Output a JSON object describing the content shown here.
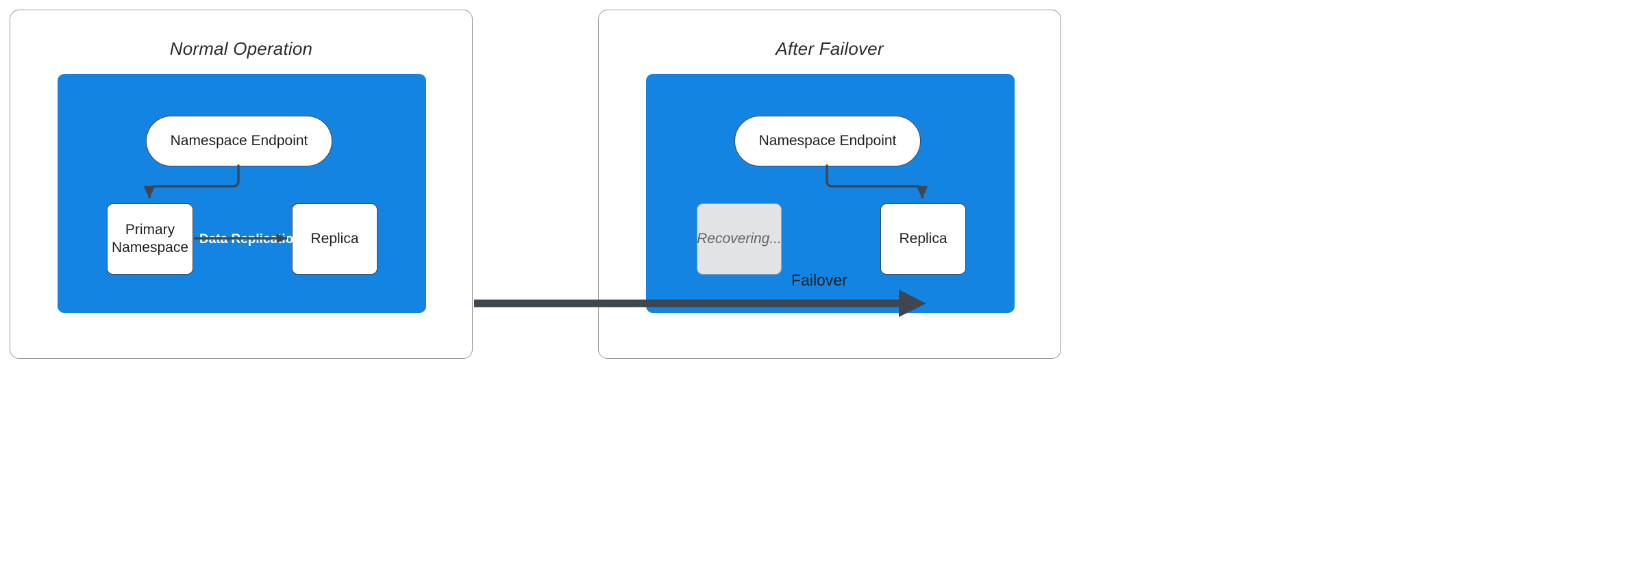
{
  "diagram": {
    "title_left": "Normal Operation",
    "title_right": "After Failover",
    "colors": {
      "blue_region": "#1484e3",
      "edge_stroke": "#40464f",
      "recovering_fill": "#e2e3e5",
      "recovering_text": "#60646b",
      "panel_border": "#9a9a9a",
      "node_fill": "#ffffff",
      "replication_label": "#ffffff"
    }
  },
  "left_panel": {
    "title": "Normal Operation",
    "nodes": {
      "endpoint": "Namespace Endpoint",
      "primary": "Primary\nNamespace",
      "primary_line1": "Primary",
      "primary_line2": "Namespace",
      "replica": "Replica"
    },
    "edges": {
      "endpoint_to_primary": "",
      "replication_label": "Data Replication"
    }
  },
  "transition": {
    "label": "Failover"
  },
  "right_panel": {
    "title": "After Failover",
    "nodes": {
      "endpoint": "Namespace Endpoint",
      "recovering": "Recovering...",
      "replica": "Replica"
    },
    "edges": {
      "endpoint_to_replica": ""
    }
  }
}
